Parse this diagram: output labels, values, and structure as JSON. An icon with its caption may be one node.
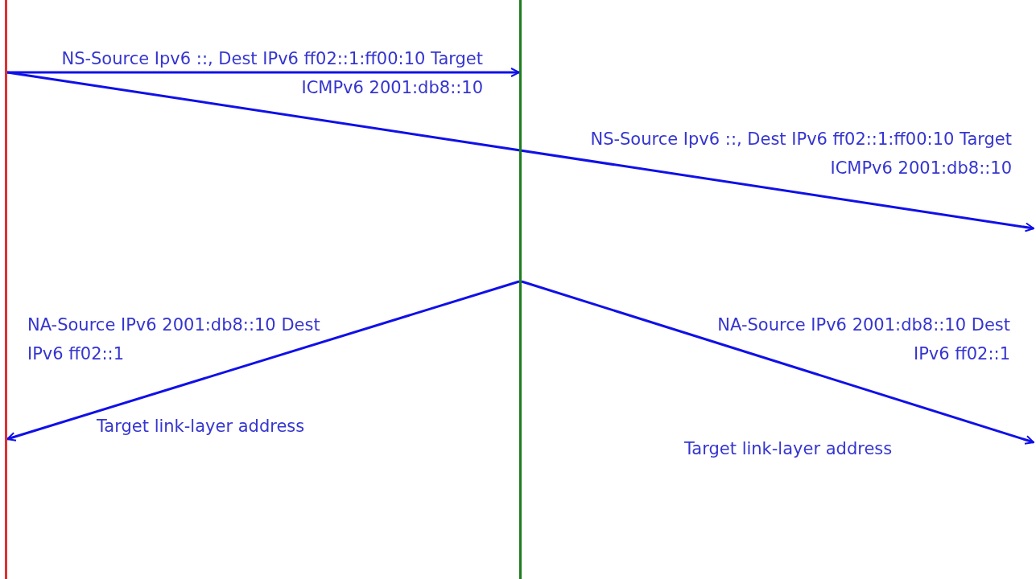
{
  "diagram": {
    "nodes": [
      {
        "text": [],
        "shape": "bar"
      },
      {
        "text": [],
        "shape": "bar"
      }
    ],
    "edges": [
      {
        "from": 0,
        "to": 1,
        "arrow": "to",
        "label": "NS-Source Ipv6 ::, Dest IPv6 ff02::1:ff00:10 Target ICMPv6 2001:db8::10"
      },
      {
        "from": 0,
        "to": null,
        "arrow": "to",
        "label": "NS-Source Ipv6 ::, Dest IPv6 ff02::1:ff00:10 Target ICMPv6 2001:db8::10"
      },
      {
        "from": 1,
        "to": 0,
        "arrow": "to",
        "label": "NA-Source IPv6 2001:db8::10 Dest IPv6 ff02::1"
      },
      {
        "from": 1,
        "to": null,
        "arrow": "to",
        "label": "NA-Source IPv6 2001:db8::10 Dest IPv6 ff02::1"
      }
    ],
    "labels": [
      "Target link-layer address",
      "Target link-layer address"
    ]
  }
}
